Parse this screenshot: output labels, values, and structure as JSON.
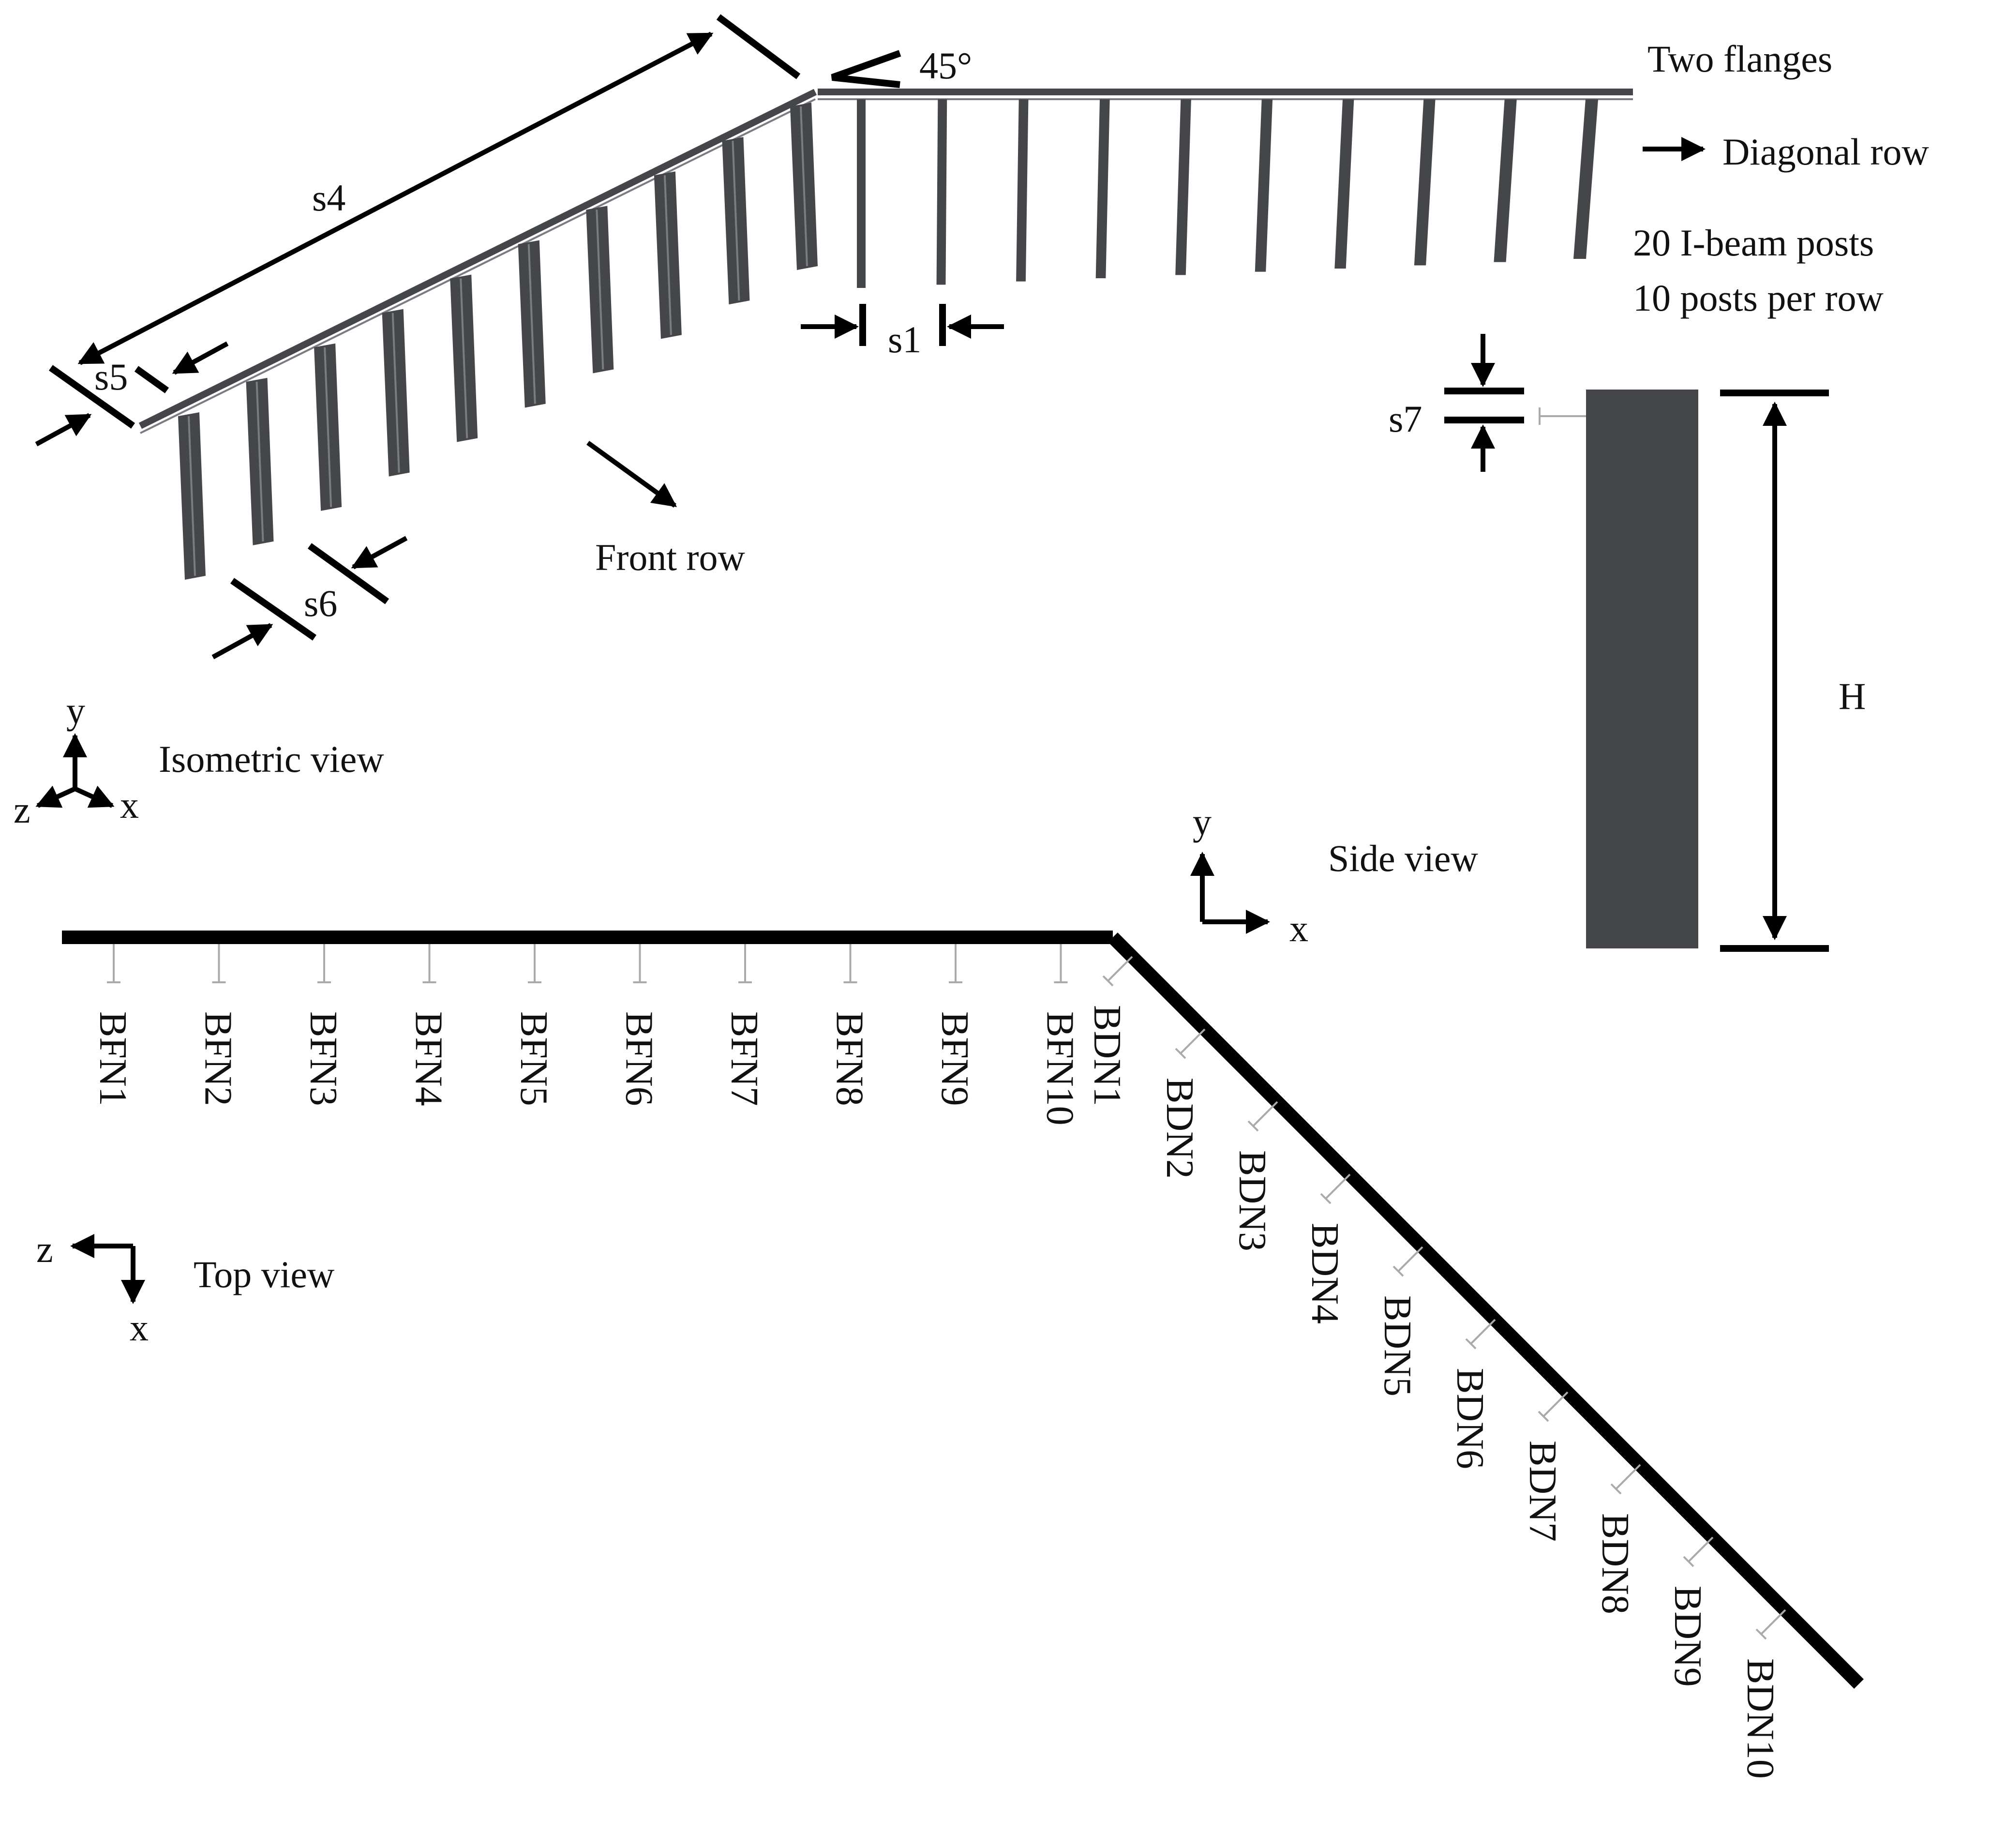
{
  "isometric": {
    "labels": {
      "angle": "45°",
      "two_flanges": "Two flanges",
      "diagonal_row": "Diagonal row",
      "posts_total": "20 I-beam posts",
      "posts_per_row": "10 posts per row",
      "front_row": "Front row",
      "view_name": "Isometric view"
    },
    "dimensions": {
      "s1": "s1",
      "s4": "s4",
      "s5": "s5",
      "s6": "s6"
    },
    "axes": {
      "y": "y",
      "z": "z",
      "x": "x"
    }
  },
  "side_view": {
    "label": "Side view",
    "dimensions": {
      "s7": "s7",
      "H": "H"
    },
    "axes": {
      "y": "y",
      "x": "x"
    }
  },
  "top_view": {
    "label": "Top view",
    "axes": {
      "z": "z",
      "x": "x"
    },
    "front_posts": [
      "BFN1",
      "BFN2",
      "BFN3",
      "BFN4",
      "BFN5",
      "BFN6",
      "BFN7",
      "BFN8",
      "BFN9",
      "BFN10"
    ],
    "diagonal_posts": [
      "BDN1",
      "BDN2",
      "BDN3",
      "BDN4",
      "BDN5",
      "BDN6",
      "BDN7",
      "BDN8",
      "BDN9",
      "BDN10"
    ]
  },
  "colors": {
    "steel": "#45464a",
    "steel_highlight": "#7a7c82",
    "line": "#000000",
    "post_mark": "#aaaaaa"
  }
}
